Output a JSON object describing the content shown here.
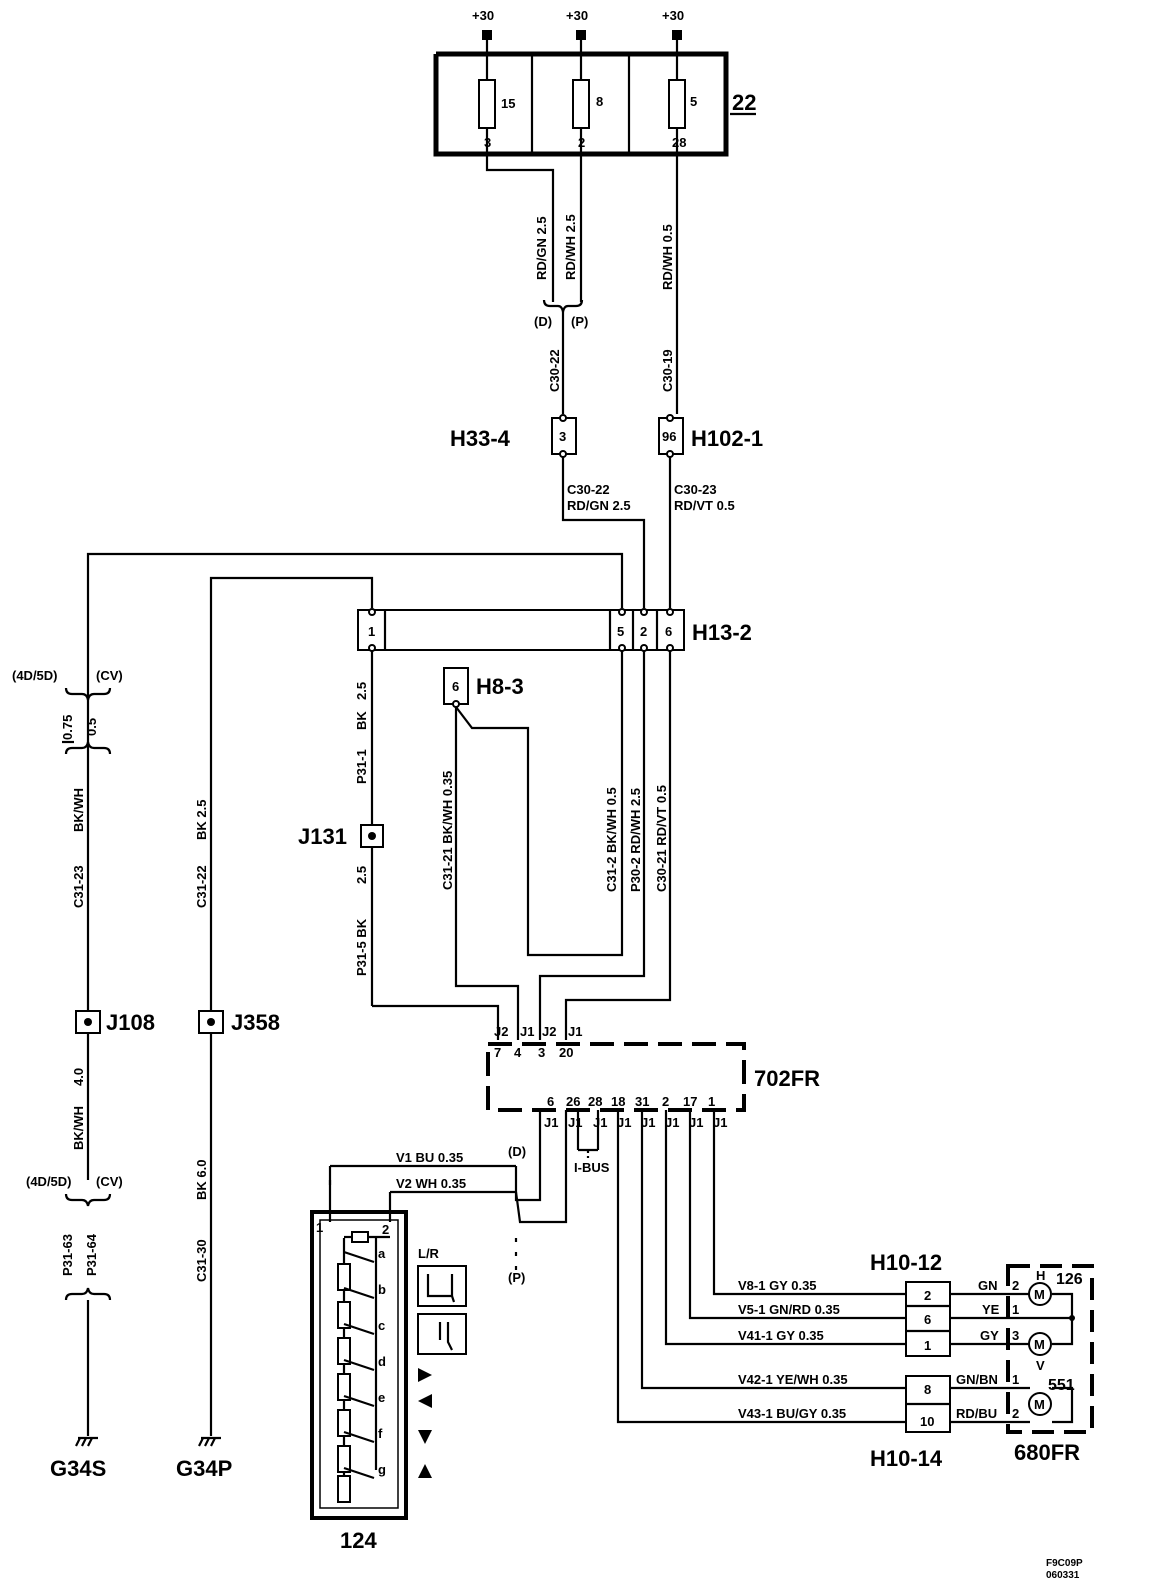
{
  "supply": {
    "label": "+30"
  },
  "fusebox": {
    "id": "22",
    "fuses": [
      {
        "num": "15",
        "pin": "3"
      },
      {
        "num": "8",
        "pin": "2"
      },
      {
        "num": "5",
        "pin": "28"
      }
    ]
  },
  "wires_top": {
    "w1": "RD/GN  2.5",
    "w2": "RD/WH  2.5",
    "w3": "RD/WH  0.5",
    "d": "(D)",
    "p": "(P)",
    "c3022": "C30-22",
    "c3019": "C30-19"
  },
  "connectors": {
    "h33": {
      "id": "H33-4",
      "pin": "3"
    },
    "h102": {
      "id": "H102-1",
      "pin": "96"
    },
    "h13": {
      "id": "H13-2",
      "pins": [
        "1",
        "5",
        "2",
        "6"
      ]
    },
    "h8": {
      "id": "H8-3",
      "pin": "6"
    },
    "h10_12": {
      "id": "H10-12",
      "pins": [
        "2",
        "6",
        "1"
      ]
    },
    "h10_14": {
      "id": "H10-14",
      "pins": [
        "8",
        "10"
      ]
    }
  },
  "mid_labels": {
    "a1": "C30-22",
    "a2": "RD/GN   2.5",
    "b1": "C30-23",
    "b2": "RD/VT   0.5"
  },
  "left": {
    "var1": "(4D/5D)",
    "var2": "(CV)",
    "s1": "0.75",
    "s2": "0.5",
    "c1": "BK/WH",
    "c2": "C31-23",
    "c3": "4.0",
    "c4": "BK/WH",
    "var3": "(4D/5D)",
    "var4": "(CV)",
    "p1": "P31-63",
    "p2": "P31-64",
    "j108": "J108",
    "g1": "G34S",
    "d1": "C31-22",
    "d2": "BK  2.5",
    "d3": "BK  6.0",
    "d4": "C31-30",
    "j358": "J358",
    "g2": "G34P"
  },
  "center": {
    "e1": "2.5",
    "e2": "BK",
    "e3": "P31-1",
    "j131": "J131",
    "e4": "2.5",
    "e5": "P31-5  BK",
    "f1": "C31-21 BK/WH 0.35",
    "g1": "C31-2  BK/WH  0.5",
    "g2": "P30-2  RD/WH  2.5",
    "g3": "C30-21  RD/VT  0.5"
  },
  "module702": {
    "id": "702FR",
    "top_conns": [
      "J2",
      "J1",
      "J2",
      "J1"
    ],
    "top_pins": [
      "7",
      "4",
      "3",
      "20"
    ],
    "bot_pins": [
      "6",
      "26",
      "28",
      "18",
      "31",
      "2",
      "17",
      "1"
    ],
    "bot_conns": [
      "J1",
      "J1",
      "J1",
      "J1",
      "J1",
      "J1",
      "J1",
      "J1"
    ],
    "ibus": "I-BUS"
  },
  "module124": {
    "id": "124",
    "pin1": "1",
    "pin2": "2",
    "switches": [
      "a",
      "b",
      "c",
      "d",
      "e",
      "f",
      "g"
    ],
    "lr": "L/R",
    "v1": "V1   BU    0.35",
    "v2": "V2   WH  0.35",
    "d": "(D)",
    "p": "(P)"
  },
  "right_wires": {
    "r1": "V8-1    GY  0.35",
    "r2": "V5-1    GN/RD    0.35",
    "r3": "V41-1     GY  0.35",
    "r4": "V42-1     YE/WH   0.35",
    "r5": "V43-1     BU/GY    0.35"
  },
  "module680": {
    "id": "680FR",
    "m1": "126",
    "m2": "551",
    "h": "H",
    "v": "V",
    "motor": "M",
    "labels": [
      "GN",
      "YE",
      "GY",
      "GN/BN",
      "RD/BU"
    ],
    "pins": [
      "2",
      "1",
      "3",
      "1",
      "2"
    ]
  },
  "footer": {
    "l1": "F9C09P",
    "l2": "060331"
  }
}
